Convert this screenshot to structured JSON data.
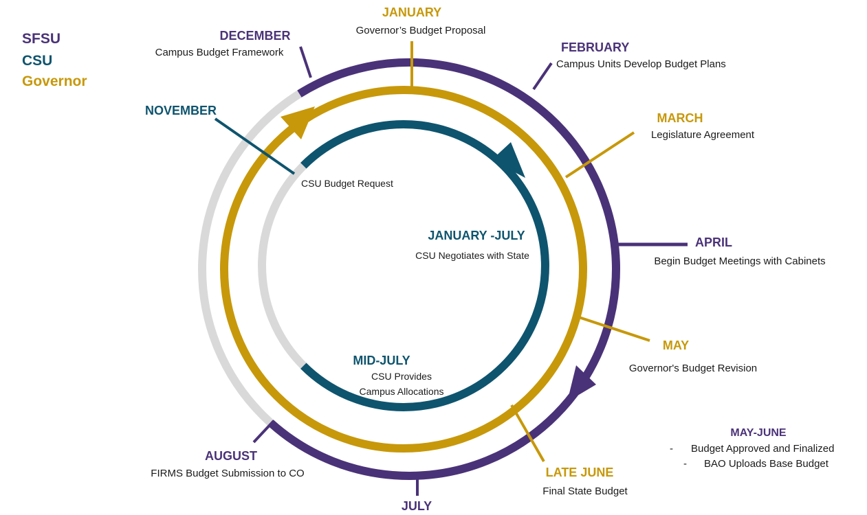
{
  "colors": {
    "sfsu": "#4a3278",
    "csu": "#0e546e",
    "governor": "#c7980a",
    "track": "#d9d9d9"
  },
  "legend": {
    "sfsu": "SFSU",
    "csu": "CSU",
    "governor": "Governor"
  },
  "milestones": {
    "january": {
      "title": "JANUARY",
      "text": "Governor’s Budget Proposal"
    },
    "december": {
      "title": "DECEMBER",
      "text": "Campus Budget Framework"
    },
    "february": {
      "title": "FEBRUARY",
      "text": "Campus Units Develop Budget Plans"
    },
    "march": {
      "title": "MARCH",
      "text": "Legislature Agreement"
    },
    "november": {
      "title": "NOVEMBER",
      "text": "CSU Budget Request"
    },
    "april": {
      "title": "APRIL",
      "text": "Begin Budget Meetings with Cabinets"
    },
    "jan_july": {
      "title": "JANUARY -JULY",
      "text": "CSU Negotiates with State"
    },
    "may": {
      "title": "MAY",
      "text": "Governor's Budget Revision"
    },
    "mid_july": {
      "title": "MID-JULY",
      "line1": "CSU Provides",
      "line2": "Campus Allocations"
    },
    "may_june": {
      "title": "MAY-JUNE",
      "items": [
        "Budget Approved and Finalized",
        "BAO Uploads Base Budget"
      ]
    },
    "august": {
      "title": "AUGUST",
      "text": "FIRMS Budget Submission to CO"
    },
    "late_june": {
      "title": "LATE JUNE",
      "text": "Final State Budget"
    },
    "july": {
      "title": "JULY"
    }
  }
}
